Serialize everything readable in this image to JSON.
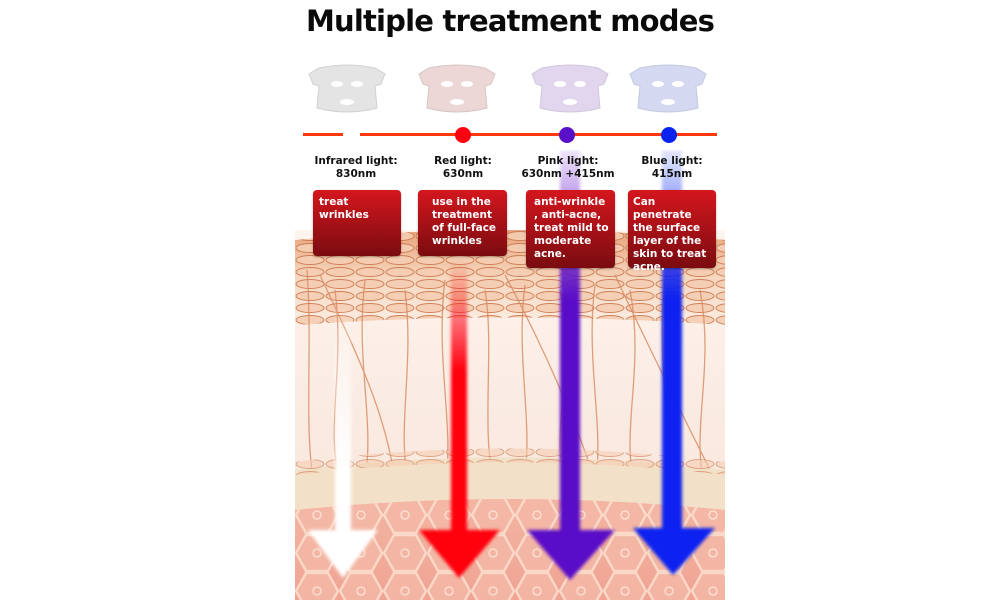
{
  "title": "Multiple treatment modes",
  "modes": [
    {
      "name": "Infrared light:",
      "wavelength": "830nm",
      "description": "treat wrinkles",
      "color": "#ffffff",
      "dot_color": null
    },
    {
      "name": "Red light:",
      "wavelength": "630nm",
      "description": "use in the treatment of full-face wrinkles",
      "color": "#ff0010",
      "dot_color": "#ff0010"
    },
    {
      "name": "Pink light:",
      "wavelength": "630nm +415nm",
      "description": "anti-wrinkle , anti-acne, treat mild to moderate acne.",
      "color": "#5a10c8",
      "dot_color": "#5a10c8"
    },
    {
      "name": "Blue light:",
      "wavelength": "415nm",
      "description": "Can penetrate the surface layer of the skin to treat acne.",
      "color": "#0a22f0",
      "dot_color": "#0a22f0"
    }
  ],
  "colors": {
    "timeline": "#ff3a0a",
    "card_top": "#d4161e",
    "card_bottom": "#7a0c10"
  }
}
